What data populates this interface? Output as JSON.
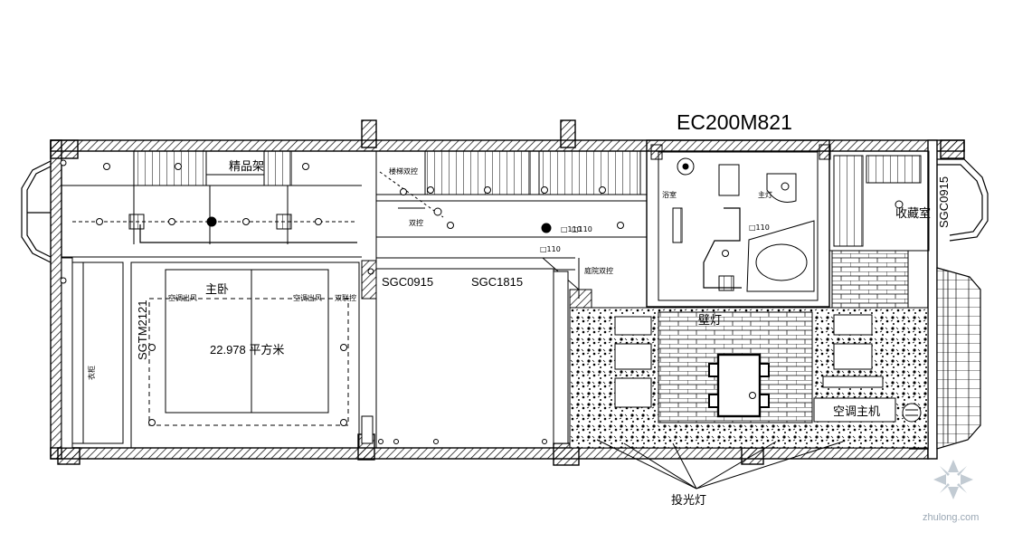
{
  "drawing": {
    "code": "EC200M821",
    "area": "22.978 平方米",
    "rooms": {
      "master_bedroom": "主卧",
      "storage_room": "收藏室",
      "display_rack": "精品架",
      "ac_unit": "空调主机"
    },
    "fixtures": {
      "wall_lamp": "壁灯",
      "projector_lamp": "投光灯",
      "ac_outlet_left": "空调出风",
      "ac_outlet_right": "空调出风",
      "dual_control": "双控",
      "double_switch": "双联控",
      "stair_control": "楼梯双控",
      "bath_label": "浴室",
      "bath_light": "主灯",
      "garden_ctrl": "庭院双控",
      "wardrobe_note": "衣柜"
    },
    "door_codes": {
      "sgc0915": "SGC0915",
      "sgc1815": "SGC1815",
      "sgtm2121": "SGTM2121",
      "sgc0915_right": "SGC0915"
    },
    "marks": {
      "m110a": "□110",
      "m110b": "□110",
      "m110c": "□110",
      "m110d": "□110"
    },
    "watermark": "zhulong.com"
  }
}
